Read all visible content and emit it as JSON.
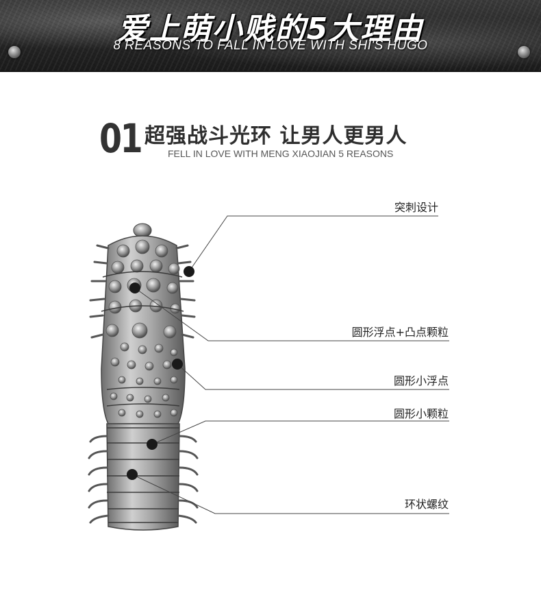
{
  "banner": {
    "title": "爱上萌小贱的5大理由",
    "subtitle": "8 REASONS TO FALL IN LOVE WITH SHI'S HUGO"
  },
  "section": {
    "number": "01",
    "heading": "超强战斗光环 让男人更男人",
    "subheading": "FELL IN LOVE WITH MENG XIAOJIAN 5 REASONS"
  },
  "callouts": [
    {
      "label": "突刺设计"
    },
    {
      "label": "圆形浮点+凸点颗粒"
    },
    {
      "label": "圆形小浮点"
    },
    {
      "label": "圆形小颗粒"
    },
    {
      "label": "环状螺纹"
    }
  ],
  "colors": {
    "banner_bg": "#2a2a2a",
    "text_dark": "#2e2e2e",
    "marker": "#1a1a1a"
  }
}
